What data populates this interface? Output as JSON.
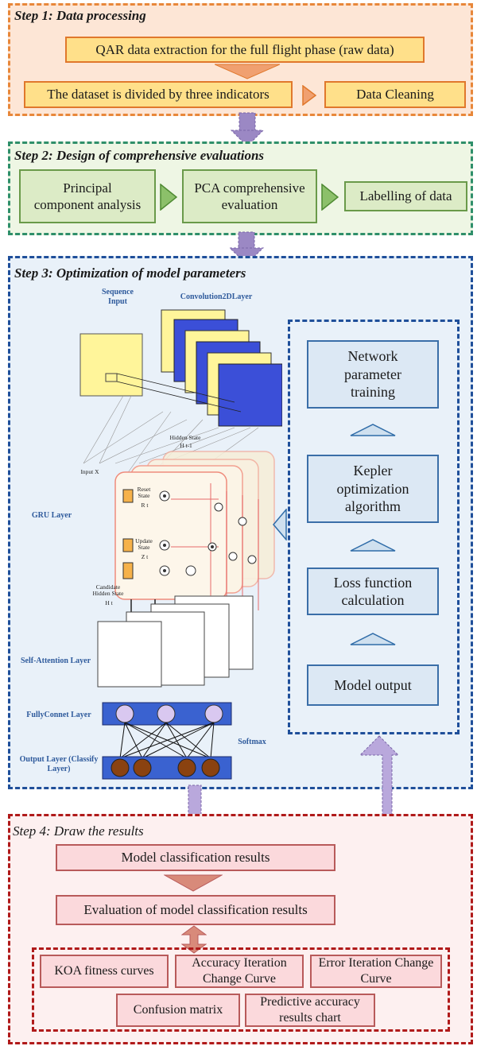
{
  "step1": {
    "title": "Step 1: Data processing",
    "extract": "QAR data extraction for the full flight phase (raw data)",
    "divide": "The dataset is divided by three indicators",
    "clean": "Data Cleaning"
  },
  "step2": {
    "title": "Step 2: Design of comprehensive evaluations",
    "pca": "Principal component analysis",
    "pca_eval": "PCA comprehensive evaluation",
    "label": "Labelling of data"
  },
  "step3": {
    "title": "Step 3: Optimization of model parameters",
    "network_labels": {
      "sequence_input": "Sequence Input",
      "conv": "Convolution2DLayer",
      "hidden_state": "Hidden State",
      "hidden_sub": "H t-1",
      "input_x": "Input X",
      "reset": "Reset State",
      "reset_sub": "R t",
      "update": "Update State",
      "update_sub": "Z t",
      "candidate": "Candidate Hidden State",
      "candidate_sub": "H t",
      "gru": "GRU Layer",
      "self_attention": "Self-Attention Layer",
      "fully_connect": "FullyConnet Layer",
      "softmax": "Softmax",
      "output": "Output Layer (Classify Layer)"
    },
    "pipeline": {
      "training": "Network parameter training",
      "kepler": "Kepler optimization algorithm",
      "loss": "Loss function calculation",
      "output": "Model output"
    }
  },
  "step4": {
    "title": "Step 4: Draw the results",
    "classification": "Model classification results",
    "evaluation": "Evaluation of model classification results",
    "koa": "KOA fitness curves",
    "accuracy": "Accuracy Iteration Change Curve",
    "error": "Error Iteration Change Curve",
    "confusion": "Confusion matrix",
    "predictive": "Predictive accuracy results chart"
  },
  "colors": {
    "step1_border": "#e8873a",
    "step2_border": "#2f8f6a",
    "step3_border": "#1f4f9a",
    "step4_border": "#b01a1a",
    "connector_arrow": "#9b88c4"
  }
}
